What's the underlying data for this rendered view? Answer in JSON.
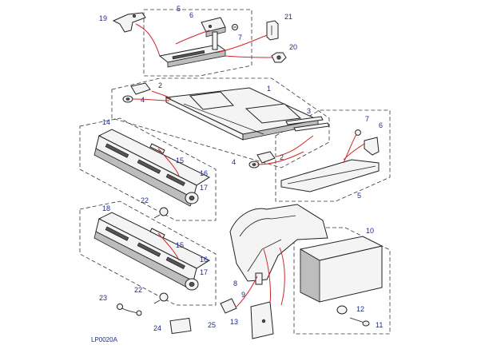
{
  "reference_code": "LP0020A",
  "callouts": {
    "1": "1",
    "2": "2",
    "3": "3",
    "4": "4",
    "5": "5",
    "6": "6",
    "7": "7",
    "8": "8",
    "9": "9",
    "10": "10",
    "11": "11",
    "12": "12",
    "13": "13",
    "14": "14",
    "15": "15",
    "16": "16",
    "17": "17",
    "18": "18",
    "19": "19",
    "20": "20",
    "21": "21",
    "22": "22",
    "23": "23",
    "24": "24",
    "25": "25"
  },
  "colors": {
    "callout_text": "#1c2a8a",
    "leader_line": "#cf2a2a",
    "outline": "#222222"
  }
}
